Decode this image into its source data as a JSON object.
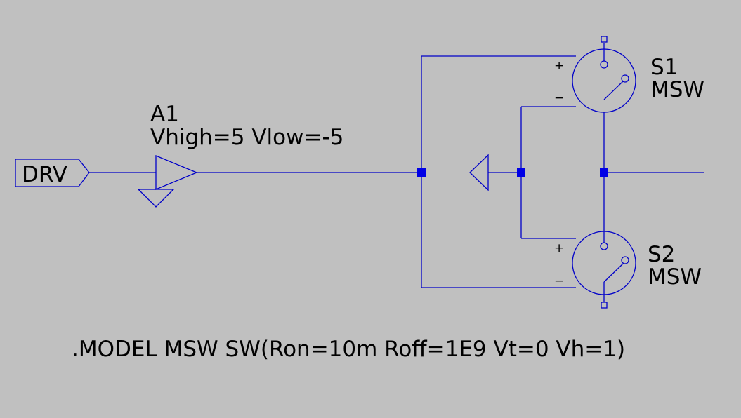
{
  "net_label": "DRV",
  "components": {
    "a1": {
      "name": "A1",
      "params": "Vhigh=5 Vlow=-5"
    },
    "s1": {
      "name": "S1",
      "model": "MSW"
    },
    "s2": {
      "name": "S2",
      "model": "MSW"
    }
  },
  "pins": {
    "plus": "+",
    "minus": "−"
  },
  "directive": ".MODEL MSW SW(Ron=10m Roff=1E9 Vt=0 Vh=1)",
  "colors": {
    "background": "#c0c0c0",
    "wire": "#0000c8",
    "junction": "#0000e6",
    "text": "#000000"
  }
}
